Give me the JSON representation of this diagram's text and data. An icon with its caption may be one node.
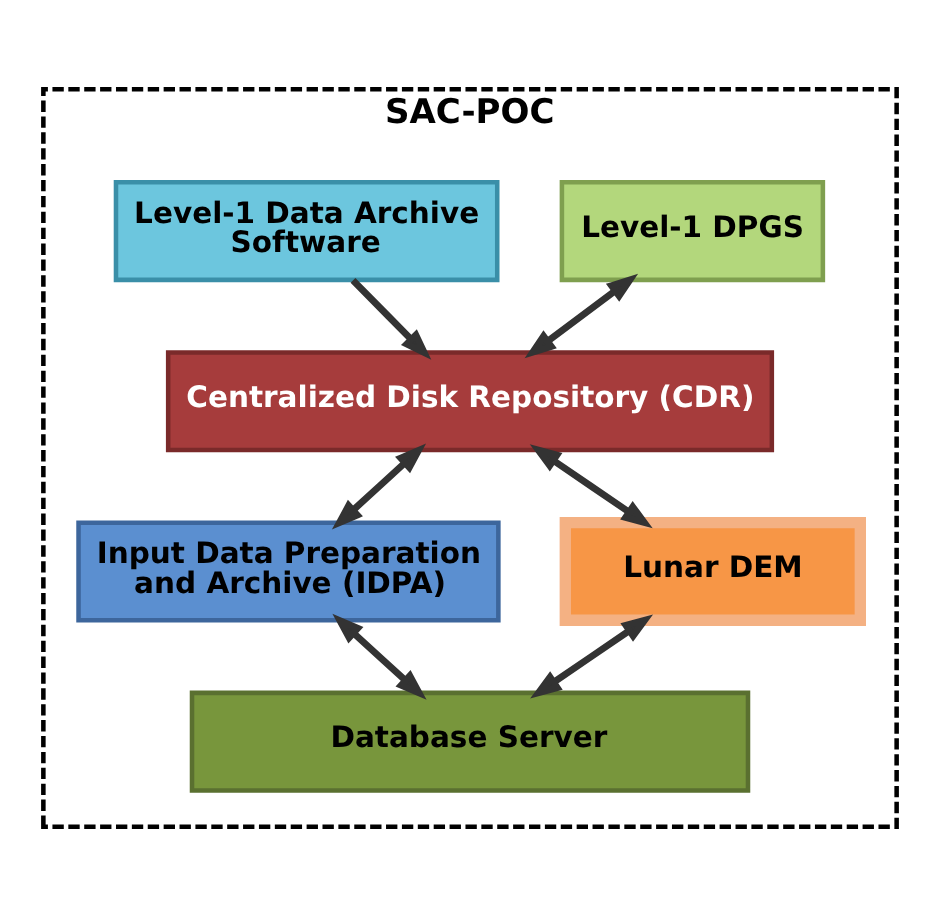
{
  "diagram": {
    "nodes": [
      {
        "text": [
          "SAC-POC"
        ]
      },
      {
        "text": [
          "Level-1 DPGS"
        ],
        "in": 0
      },
      {
        "text": [
          "Level-1 Data Archive Software"
        ],
        "in": 0
      },
      {
        "text": [
          "Centralized Disk Repository (CDR)"
        ],
        "in": 0
      },
      {
        "text": [
          "Input Data Preparation and Archive (IDPA)"
        ],
        "in": 0
      },
      {
        "text": [
          "Lunar DEM"
        ],
        "in": 0
      },
      {
        "text": [
          "Database Server"
        ],
        "in": 0
      }
    ],
    "edges": [
      {
        "from": 1,
        "to": 3,
        "arrow": "both"
      },
      {
        "from": 2,
        "to": 3,
        "arrow": "to"
      },
      {
        "from": 3,
        "to": 4,
        "arrow": "both"
      },
      {
        "from": 3,
        "to": 5,
        "arrow": "both"
      },
      {
        "from": 4,
        "to": 6,
        "arrow": "both"
      },
      {
        "from": 5,
        "to": 6,
        "arrow": "both"
      }
    ]
  }
}
